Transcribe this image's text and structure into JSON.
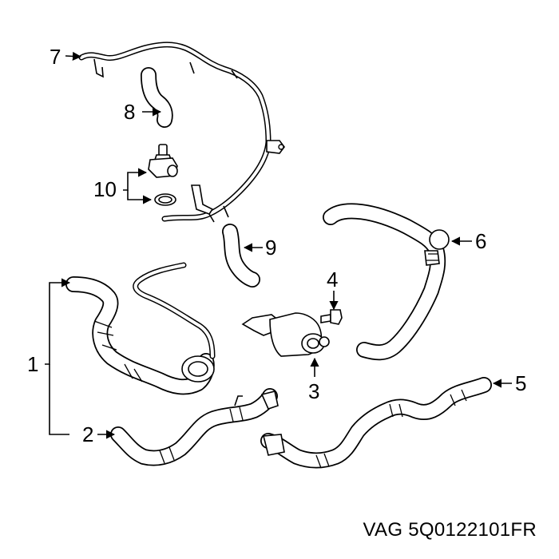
{
  "callouts": [
    {
      "id": "1",
      "label": "1"
    },
    {
      "id": "2",
      "label": "2"
    },
    {
      "id": "3",
      "label": "3"
    },
    {
      "id": "4",
      "label": "4"
    },
    {
      "id": "5",
      "label": "5"
    },
    {
      "id": "6",
      "label": "6"
    },
    {
      "id": "7",
      "label": "7"
    },
    {
      "id": "8",
      "label": "8"
    },
    {
      "id": "9",
      "label": "9"
    },
    {
      "id": "10",
      "label": "10"
    }
  ],
  "caption": "VAG 5Q0122101FR"
}
